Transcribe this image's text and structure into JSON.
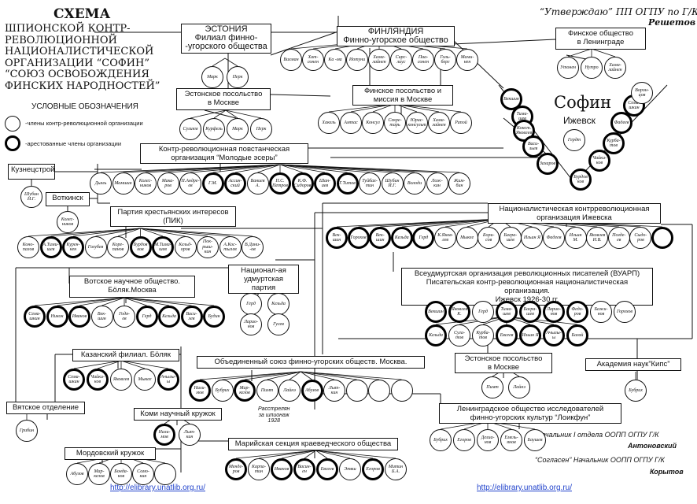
{
  "header": {
    "title": "СХЕМА",
    "subtitle_lines": [
      "ШПИОНСКОЙ КОНТР-",
      "РЕВОЛЮЦИОННОЙ",
      "НАЦИОНАЛИСТИЧЕСКОЙ",
      "ОРГАНИЗАЦИИ  “СОФИН”",
      "“СОЮЗ ОСВОБОЖДЕНИЯ",
      "ФИНСКИХ НАРОДНОСТЕЙ”"
    ],
    "approval": "“Утверждаю” ПП ОГПУ по Г/К",
    "approver": "Решетов"
  },
  "legend": {
    "title": "УСЛОВНЫЕ ОБОЗНАЧЕНИЯ",
    "member": "-члены контр-революционной организации",
    "arrested": "-арестованные члены организации"
  },
  "center": {
    "title": "Софин",
    "city": "Ижевск"
  },
  "groups": [
    {
      "id": "estonia",
      "label": "ЭСТОНИЯ\nФилиал финно-\n-угорского общества"
    },
    {
      "id": "finland",
      "label": "ФИНЛЯНДИЯ\nФинно-угорское общество"
    },
    {
      "id": "leningrad_fin",
      "label": "Финское общество\nв Ленинграде"
    },
    {
      "id": "est_embassy",
      "label": "Эстонское посольство\nв  Москве"
    },
    {
      "id": "fin_embassy",
      "label": "Финское посольство и\nмиссия в Москве"
    },
    {
      "id": "young_sr",
      "label": "Контр-революционная повстанческая\nорганизация “Молодые эсеры”"
    },
    {
      "id": "kuznetsstroy",
      "label": "Кузнецстрой"
    },
    {
      "id": "votkinsk",
      "label": "Воткинск"
    },
    {
      "id": "pik",
      "label": "Партия крестьянских интересов\n(ПИК)"
    },
    {
      "id": "nat_izhevsk",
      "label": "Националистическая контрреволюционная\nорганизация Ижевска"
    },
    {
      "id": "udm_party",
      "label": "Национал-ая\nудмуртская партия"
    },
    {
      "id": "votyak",
      "label": "Вотское научное общество.\nБöляк.Москва"
    },
    {
      "id": "vuapp",
      "label": "Всеудмуртская организация революционных  писателей (ВУАРП)\nПисательская контр-революционная националистическая организация.\nИжевск 1926-30 гг."
    },
    {
      "id": "kazan",
      "label": "Казанский филиал.  Бöляк"
    },
    {
      "id": "united_moscow",
      "label": "Объединенный  союз  финно-угорских  обществ. Москва."
    },
    {
      "id": "est_embassy2",
      "label": "Эстонское посольство\nв  Москве"
    },
    {
      "id": "kips",
      "label": "Академия наук”Кипс”"
    },
    {
      "id": "vyatka",
      "label": "Вятское отделение"
    },
    {
      "id": "komi",
      "label": "Коми научный кружок"
    },
    {
      "id": "leningrad_loik",
      "label": "Ленинградское общество исследователей\nфинно-угорских культур “Лоикфун”"
    },
    {
      "id": "mordov",
      "label": "Мордовский  кружок"
    },
    {
      "id": "mari",
      "label": "Марийская секция краеведческого общества"
    }
  ],
  "notes": {
    "shot": "Расстрелян\nза шпионаж\n1928",
    "sign1": "Начальник  I отдела  ООПП  ОГПУ Г/К",
    "sign1_name": "Антоновский",
    "sign2": "“Согласен”  Начальник  ООПП  ОГПУ Г/К",
    "sign2_name": "Корытов",
    "url": "http://elibrary.unatlib.org.ru/"
  },
  "people": {
    "estonia": [
      {
        "n": "Марк",
        "a": false
      },
      {
        "n": "Перк",
        "a": false
      }
    ],
    "finland": [
      {
        "n": "Вихман",
        "a": false
      },
      {
        "n": "Хат-\nсонен",
        "a": false
      },
      {
        "n": "Ка -ма",
        "a": false
      },
      {
        "n": "Иотуни",
        "a": false
      },
      {
        "n": "Хама-\nлайнен",
        "a": false
      },
      {
        "n": "Сирс-\nлиус",
        "a": false
      },
      {
        "n": "Паа-\nсонен",
        "a": false
      },
      {
        "n": "Голь-\nберг",
        "a": false
      },
      {
        "n": "Мами-\nнен",
        "a": false
      }
    ],
    "leningrad_fin": [
      {
        "n": "Утонен",
        "a": false
      },
      {
        "n": "Нутро",
        "a": false
      },
      {
        "n": "Хама-\nлайнен",
        "a": false
      }
    ],
    "est_embassy": [
      {
        "n": "Сулинм",
        "a": false
      },
      {
        "n": "Курфель",
        "a": false
      },
      {
        "n": "Марк",
        "a": false
      },
      {
        "n": "Перк",
        "a": false
      }
    ],
    "fin_embassy": [
      {
        "n": "Хакель",
        "a": false
      },
      {
        "n": "Амтас",
        "a": false
      },
      {
        "n": "Консул",
        "a": false
      },
      {
        "n": "Секре-\nтарь",
        "a": false
      },
      {
        "n": "Юрис-\nконсульт",
        "a": false
      },
      {
        "n": "Хама-\nлайнен",
        "a": false
      },
      {
        "n": "Рапой",
        "a": false
      }
    ],
    "sofin": [
      {
        "n": "Векшин",
        "a": true
      },
      {
        "n": "Тима-\nшев",
        "a": true
      },
      {
        "n": "Конст.\nЯковлев",
        "a": true
      },
      {
        "n": "Васи-\nльев",
        "a": true
      },
      {
        "n": "Захаров",
        "a": true
      },
      {
        "n": "Гердт",
        "a": false
      },
      {
        "n": "Бурдов\nков",
        "a": true
      },
      {
        "n": "Чайки-\nков",
        "a": true
      },
      {
        "n": "Курба-\nтов",
        "a": true
      },
      {
        "n": "Фадеев",
        "a": true
      },
      {
        "n": "Сема-\nшкин",
        "a": true
      },
      {
        "n": "Ворон-\nцов",
        "a": false
      }
    ],
    "young_sr": [
      {
        "n": "Дьяль",
        "a": false
      },
      {
        "n": "Мамшин",
        "a": false
      },
      {
        "n": "Колес-\nников",
        "a": false
      },
      {
        "n": "Мака-\nров",
        "a": false
      },
      {
        "n": "П.Андре-\nев",
        "a": false
      },
      {
        "n": "Г.М.",
        "a": true
      },
      {
        "n": "Ассин-\nский",
        "a": true
      },
      {
        "n": "Ваниев\nА.",
        "a": false
      },
      {
        "n": "П.С.\nПетров",
        "a": true
      },
      {
        "n": "К.Ф.\nСидоров",
        "a": true
      },
      {
        "n": "Шан-\nаев",
        "a": true
      },
      {
        "n": "Г.Титов",
        "a": true
      },
      {
        "n": "Туйбах-\nтин",
        "a": false
      },
      {
        "n": "Шубин\nИ.Г.",
        "a": false
      },
      {
        "n": "Володи",
        "a": false
      },
      {
        "n": "Лож-\nкин",
        "a": false
      },
      {
        "n": "Жим-\nбин",
        "a": false
      }
    ],
    "kuznetsstroy": [
      {
        "n": "Шубин\nИ.Г.",
        "a": false
      }
    ],
    "votkinsk": [
      {
        "n": "Колес-\nников",
        "a": false
      }
    ],
    "pik": [
      {
        "n": "Коно-\nпалов",
        "a": false
      },
      {
        "n": "А.Тими-\nшев",
        "a": true
      },
      {
        "n": "Курен-\nнен",
        "a": true
      },
      {
        "n": "Голубев",
        "a": false
      },
      {
        "n": "Коре-\nпанов",
        "a": false
      },
      {
        "n": "Бурдов\nков",
        "a": true
      },
      {
        "n": "М.Тима-\nшев",
        "a": true
      },
      {
        "n": "Кельд-\nоров",
        "a": false
      },
      {
        "n": "Пок-\nрыш-\nкин",
        "a": false
      },
      {
        "n": "А.Кос-\nтылев",
        "a": false
      },
      {
        "n": "В.Дани-\n-ов",
        "a": false
      }
    ],
    "nat_izhevsk": [
      {
        "n": "Век-\nшин",
        "a": true
      },
      {
        "n": "Горохов",
        "a": true
      },
      {
        "n": "Век-\nшин",
        "a": true
      },
      {
        "n": "Кельда",
        "a": true
      },
      {
        "n": "Герд",
        "a": true
      },
      {
        "n": "К.Яков-\nлев",
        "a": false
      },
      {
        "n": "Мыкее",
        "a": false
      },
      {
        "n": "Бори-\nсов",
        "a": false
      },
      {
        "n": "Багра-\nшев",
        "a": false
      },
      {
        "n": "Ильин Я",
        "a": false
      },
      {
        "n": "Фадеев",
        "a": false
      },
      {
        "n": "Ильин\nМ.",
        "a": false
      },
      {
        "n": "Яковлев\nИ.В.",
        "a": false
      },
      {
        "n": "Позде-\nев",
        "a": false
      },
      {
        "n": "Сыдо-\nров",
        "a": false
      },
      {
        "n": "",
        "a": true
      }
    ],
    "udm_party": [
      {
        "n": "Герд",
        "a": false
      },
      {
        "n": "Кельда",
        "a": false
      },
      {
        "n": "Ларио-\nнов",
        "a": false
      },
      {
        "n": "Гусев",
        "a": false
      }
    ],
    "votyak": [
      {
        "n": "Сема-\nшкин",
        "a": true
      },
      {
        "n": "Никон",
        "a": true
      },
      {
        "n": "Иванов",
        "a": true
      },
      {
        "n": "Век-\nшин",
        "a": false
      },
      {
        "n": "Годя-\nев",
        "a": false
      },
      {
        "n": "Герд",
        "a": true
      },
      {
        "n": "Кельда",
        "a": true
      },
      {
        "n": "Васи-\nлев",
        "a": true
      },
      {
        "n": "Будин",
        "a": true
      }
    ],
    "vuapp_top": [
      {
        "n": "Векшин",
        "a": true
      },
      {
        "n": "Яковлев\nК.",
        "a": true
      },
      {
        "n": "Герд",
        "a": false
      },
      {
        "n": "Тима-\nшев",
        "a": true
      },
      {
        "n": "Багра-\nшев",
        "a": true
      },
      {
        "n": "Ларио-\nнов",
        "a": true
      },
      {
        "n": "Федо-\nров",
        "a": true
      },
      {
        "n": "Бажи-\nнов",
        "a": false
      },
      {
        "n": "Горохов",
        "a": false
      }
    ],
    "vuapp_bottom": [
      {
        "n": "Кельда",
        "a": true
      },
      {
        "n": "Суга-\nтов",
        "a": false
      },
      {
        "n": "Курба-\nтов",
        "a": false
      },
      {
        "n": "Евсеев",
        "a": true
      },
      {
        "n": "Ильин Я",
        "a": true
      },
      {
        "n": "Ачылы-\nы",
        "a": true
      },
      {
        "n": "Багай",
        "a": true
      }
    ],
    "kazan": [
      {
        "n": "Сема-\nшкин",
        "a": true
      },
      {
        "n": "Чайки-\nков",
        "a": true
      },
      {
        "n": "Яковлев",
        "a": false
      },
      {
        "n": "Мыкее",
        "a": false
      },
      {
        "n": "Ачылы-\nы",
        "a": true
      }
    ],
    "united_moscow": [
      {
        "n": "Нали-\nмов",
        "a": true
      },
      {
        "n": "Бубрих",
        "a": false
      },
      {
        "n": "Мар-\nкелов",
        "a": true
      },
      {
        "n": "Пимт",
        "a": false
      },
      {
        "n": "Лайнэ",
        "a": false
      },
      {
        "n": "Абузов",
        "a": true
      },
      {
        "n": "Лыт-\nкин",
        "a": false
      },
      {
        "n": "",
        "a": false
      },
      {
        "n": "",
        "a": false
      },
      {
        "n": "",
        "a": false
      }
    ],
    "est_embassy2": [
      {
        "n": "Пимт",
        "a": false
      },
      {
        "n": "Лайнэ",
        "a": false
      }
    ],
    "kips": [
      {
        "n": "Бубрих",
        "a": false
      }
    ],
    "vyatka": [
      {
        "n": "Грибин",
        "a": false
      }
    ],
    "komi": [
      {
        "n": "Нали-\nмов",
        "a": true
      },
      {
        "n": "Лыт-\nкин",
        "a": false
      }
    ],
    "leningrad_loik": [
      {
        "n": "Бубрих",
        "a": false
      },
      {
        "n": "Егоров",
        "a": false
      },
      {
        "n": "Делиа-\nнов",
        "a": false
      },
      {
        "n": "Емель-\nянов",
        "a": false
      },
      {
        "n": "Баушев",
        "a": false
      }
    ],
    "mordov": [
      {
        "n": "Абузов",
        "a": false
      },
      {
        "n": "Мар-\nкелов",
        "a": false
      },
      {
        "n": "Бонда-\nков",
        "a": false
      },
      {
        "n": "Сомо-\nкин",
        "a": false
      },
      {
        "n": "",
        "a": false
      }
    ],
    "mari": [
      {
        "n": "Менде-\nров",
        "a": true
      },
      {
        "n": "Карпа-\nтин",
        "a": false
      },
      {
        "n": "Иванов",
        "a": true
      },
      {
        "n": "Васин-\nен",
        "a": true
      },
      {
        "n": "Евсеев",
        "a": true
      },
      {
        "n": "Этвш",
        "a": false
      },
      {
        "n": "Егоров",
        "a": true
      },
      {
        "n": "Митин\nБ.А.",
        "a": false
      }
    ]
  }
}
